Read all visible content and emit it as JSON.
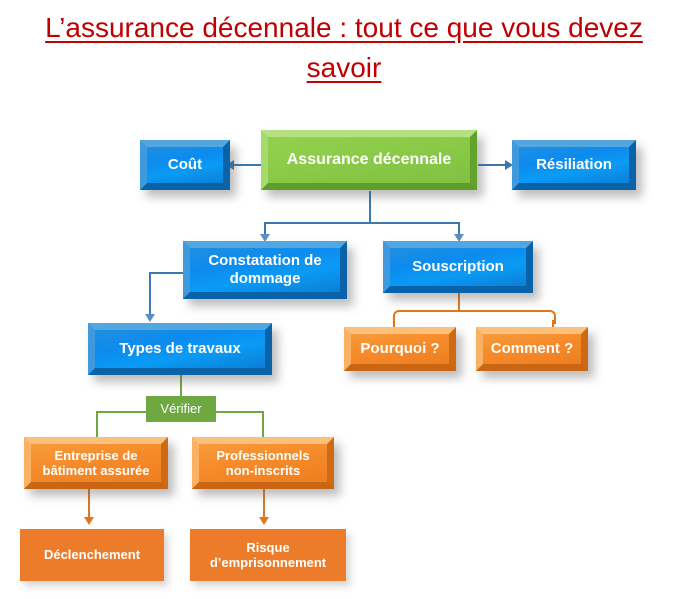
{
  "title": "L’assurance décennale : tout ce que vous devez savoir",
  "diagram": {
    "nodes": {
      "root": {
        "label": "Assurance décennale",
        "color": "#92D14F",
        "style": "bevel-green"
      },
      "cout": {
        "label": "Coût",
        "color": "#0C8BEF",
        "style": "bevel-blue"
      },
      "resiliation": {
        "label": "Résiliation",
        "color": "#0C8BEF",
        "style": "bevel-blue"
      },
      "constatation": {
        "label": "Constatation de dommage",
        "color": "#0C8BEF",
        "style": "bevel-blue"
      },
      "souscription": {
        "label": "Souscription",
        "color": "#0C8BEF",
        "style": "bevel-blue"
      },
      "types_travaux": {
        "label": "Types de travaux",
        "color": "#0C8BEF",
        "style": "bevel-blue"
      },
      "pourquoi": {
        "label": "Pourquoi ?",
        "color": "#F68B2A",
        "style": "bevel-orange"
      },
      "comment": {
        "label": "Comment ?",
        "color": "#F68B2A",
        "style": "bevel-orange"
      },
      "verifier": {
        "label": "Vérifier",
        "color": "#6FA840",
        "style": "flat-green"
      },
      "entreprise": {
        "label": "Entreprise de bâtiment assurée",
        "color": "#F68B2A",
        "style": "bevel-orange"
      },
      "professionnels": {
        "label": "Professionnels non-inscrits",
        "color": "#F68B2A",
        "style": "bevel-orange"
      },
      "declenchement": {
        "label": "Déclenchement",
        "color": "#EC7C2A",
        "style": "flat-orange"
      },
      "risque": {
        "label": "Risque d’emprisonnement",
        "color": "#EC7C2A",
        "style": "flat-orange"
      }
    },
    "edges": [
      {
        "from": "root",
        "to": "cout",
        "color": "#3C78AE",
        "arrow": "left"
      },
      {
        "from": "root",
        "to": "resiliation",
        "color": "#3C78AE",
        "arrow": "right"
      },
      {
        "from": "root",
        "to": "constatation",
        "color": "#3C78AE",
        "arrow": "down"
      },
      {
        "from": "root",
        "to": "souscription",
        "color": "#3C78AE",
        "arrow": "down"
      },
      {
        "from": "constatation",
        "to": "types_travaux",
        "color": "#3C78AE",
        "arrow": "down"
      },
      {
        "from": "souscription",
        "to": "pourquoi",
        "color": "#E2761C",
        "arrow": "none"
      },
      {
        "from": "souscription",
        "to": "comment",
        "color": "#E2761C",
        "arrow": "none"
      },
      {
        "from": "types_travaux",
        "to": "verifier",
        "color": "#6FA840",
        "arrow": "none"
      },
      {
        "from": "verifier",
        "to": "entreprise",
        "color": "#6FA840",
        "arrow": "none"
      },
      {
        "from": "verifier",
        "to": "professionnels",
        "color": "#6FA840",
        "arrow": "none"
      },
      {
        "from": "entreprise",
        "to": "declenchement",
        "color": "#E2761C",
        "arrow": "down"
      },
      {
        "from": "professionnels",
        "to": "risque",
        "color": "#E2761C",
        "arrow": "down"
      }
    ]
  },
  "colors": {
    "title": "#C00000",
    "blue": "#0C8BEF",
    "green": "#92D14F",
    "orange": "#F68B2A",
    "flat_green": "#6FA840",
    "flat_orange": "#EC7C2A",
    "background": "#FFFFFF"
  }
}
